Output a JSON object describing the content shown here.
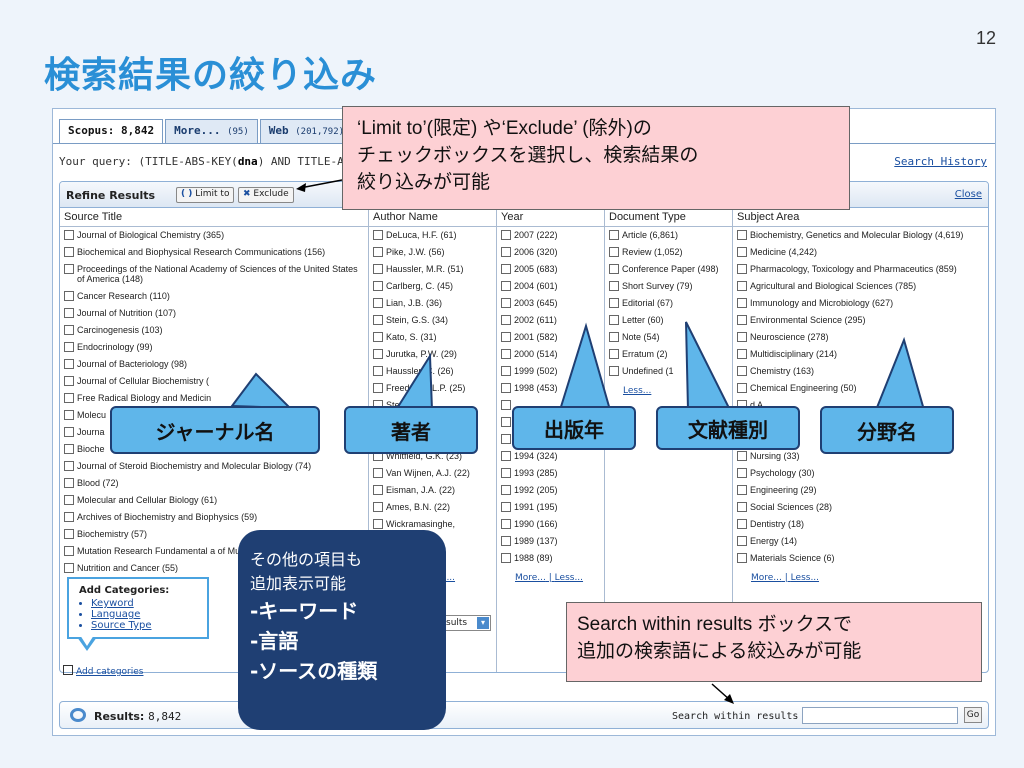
{
  "slide": {
    "number": "12",
    "title": "検索結果の絞り込み"
  },
  "tabs": [
    {
      "label": "Scopus: 8,842",
      "count": ""
    },
    {
      "label": "More...",
      "count": "(95)"
    },
    {
      "label": "Web",
      "count": "(201,792)"
    }
  ],
  "query": {
    "prefix": "Your query: (TITLE-ABS-KEY(",
    "term": "dna",
    "suffix": ") AND TITLE-ABS"
  },
  "search_history": "Search History",
  "refine": {
    "title": "Refine Results",
    "limit_to": "Limit to",
    "exclude": "Exclude",
    "close": "Close"
  },
  "columns": {
    "source": {
      "header": "Source Title",
      "items": [
        "Journal of Biological Chemistry (365)",
        "Biochemical and Biophysical Research Communications (156)",
        "Proceedings of the National Academy of Sciences of the United States of America (148)",
        "Cancer Research (110)",
        "Journal of Nutrition (107)",
        "Carcinogenesis (103)",
        "Endocrinology (99)",
        "Journal of Bacteriology (98)",
        "Journal of Cellular Biochemistry (",
        "Free Radical Biology and Medicin",
        "Molecu",
        "Journa",
        "Bioche",
        "Journal of Steroid Biochemistry and Molecular Biology (74)",
        "Blood (72)",
        "Molecular and Cellular Biology (61)",
        "Archives of Biochemistry and Biophysics (59)",
        "Biochemistry (57)",
        "Mutation Research Fundamental a of Mutagenesis (56)",
        "Nutrition and Cancer (55)"
      ]
    },
    "author": {
      "header": "Author Name",
      "items": [
        "DeLuca, H.F. (61)",
        "Pike, J.W. (56)",
        "Haussler, M.R. (51)",
        "Carlberg, C. (45)",
        "Lian, J.B. (36)",
        "Stein, G.S. (34)",
        "Kato, S. (31)",
        "Jurutka, P.W. (29)",
        "Haussler, C. (26)",
        "Freedman, L.P. (25)",
        "Stein, J.",
        "",
        "",
        "Whitfield, G.K. (23)",
        "Van Wijnen, A.J. (22)",
        "Eisman, J.A. (22)",
        "Ames, B.N. (22)",
        "Wickramasinghe,",
        "(22)",
        "20)"
      ],
      "more": "More...",
      "less": "Less..."
    },
    "year": {
      "header": "Year",
      "items": [
        "2007 (222)",
        "2006 (320)",
        "2005 (683)",
        "2004 (601)",
        "2003 (645)",
        "2002 (611)",
        "2001 (582)",
        "2000 (514)",
        "1999 (502)",
        "1998 (453)",
        "",
        "",
        "",
        "1994 (324)",
        "1993 (285)",
        "1992 (205)",
        "1991 (195)",
        "1990 (166)",
        "1989 (137)",
        "1988 (89)"
      ],
      "more": "More...",
      "less": "Less..."
    },
    "doctype": {
      "header": "Document Type",
      "items": [
        "Article (6,861)",
        "Review (1,052)",
        "Conference Paper (498)",
        "Short Survey (79)",
        "Editorial (67)",
        "Letter (60)",
        "Note (54)",
        "Erratum (2)",
        "Undefined (1"
      ],
      "less": "Less..."
    },
    "subject": {
      "header": "Subject Area",
      "items": [
        "Biochemistry, Genetics and Molecular Biology (4,619)",
        "Medicine (4,242)",
        "Pharmacology, Toxicology and Pharmaceutics (859)",
        "Agricultural and Biological Sciences (785)",
        "Immunology and Microbiology (627)",
        "Environmental Science (295)",
        "Neuroscience (278)",
        "Multidisciplinary (214)",
        "Chemistry (163)",
        "Chemical Engineering (50)",
        "d A",
        "ess",
        "(33)",
        "Nursing (33)",
        "Psychology (30)",
        "Engineering (29)",
        "Social Sciences (28)",
        "Dentistry (18)",
        "Energy (14)",
        "Materials Science (6)"
      ],
      "more": "More...",
      "less": "Less..."
    }
  },
  "popup": {
    "title": "Add Categories:",
    "items": [
      "Keyword",
      "Language",
      "Source Type"
    ]
  },
  "add_categories": "Add categories",
  "results_select": "sults",
  "results_bar": {
    "label": "Results:",
    "count": "8,842",
    "search_within": "Search within results",
    "go": "Go"
  },
  "callouts": {
    "journal": "ジャーナル名",
    "author": "著者",
    "year": "出版年",
    "doctype": "文献種別",
    "subject": "分野名"
  },
  "notes": {
    "limit_exclude": [
      "‘Limit to’(限定) や‘Exclude’ (除外)の",
      "チェックボックスを選択し、検索結果の",
      "絞り込みが可能"
    ],
    "search_within": [
      "Search within results  ボックスで",
      "追加の検索語による絞込みが可能"
    ],
    "other_items": {
      "lines": [
        "その他の項目も",
        "追加表示可能"
      ],
      "bullets": [
        "-キーワード",
        "-言語",
        "-ソースの種類"
      ]
    }
  },
  "colors": {
    "title": "#2a8fd6",
    "callout": "#5fb6ea",
    "navy": "#1f3f73",
    "pink": "#fdd0d4"
  }
}
